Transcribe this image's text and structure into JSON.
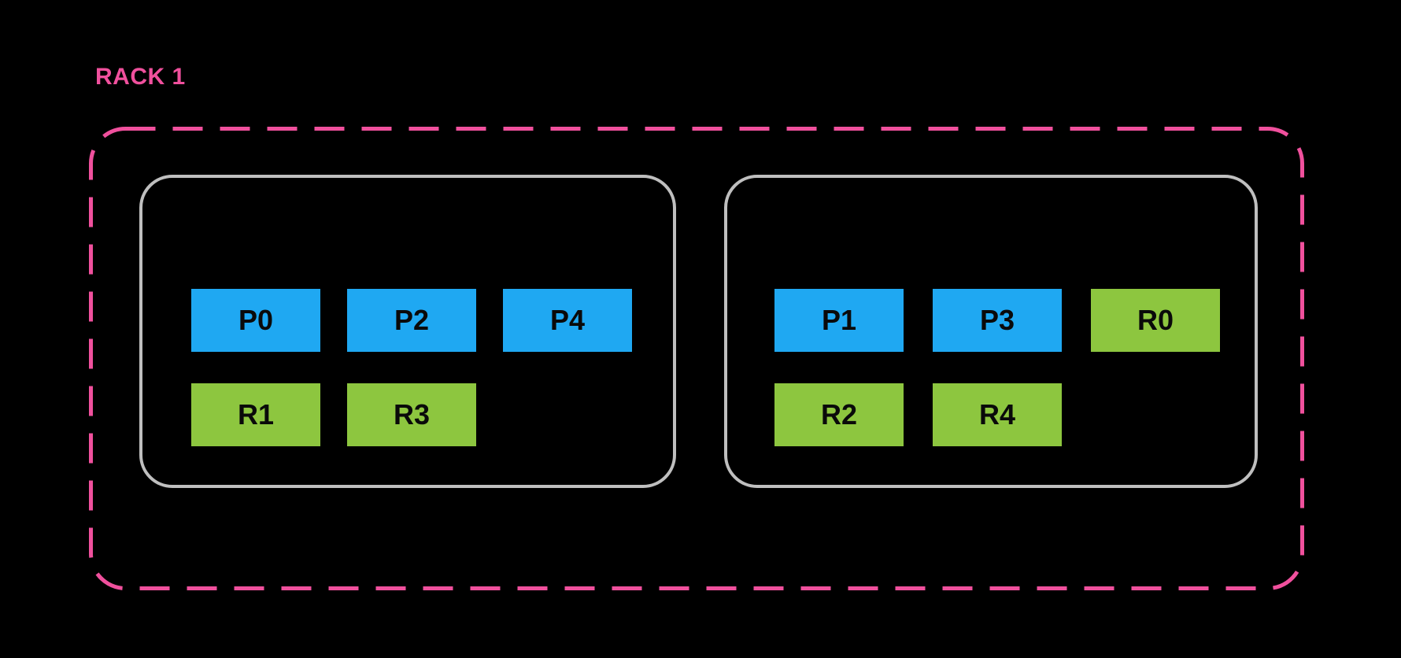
{
  "rack": {
    "label": "RACK 1",
    "nodes": [
      {
        "slots": [
          {
            "label": "P0",
            "type": "primary"
          },
          {
            "label": "P2",
            "type": "primary"
          },
          {
            "label": "P4",
            "type": "primary"
          },
          {
            "label": "R1",
            "type": "replica"
          },
          {
            "label": "R3",
            "type": "replica"
          }
        ]
      },
      {
        "slots": [
          {
            "label": "P1",
            "type": "primary"
          },
          {
            "label": "P3",
            "type": "primary"
          },
          {
            "label": "R0",
            "type": "replica"
          },
          {
            "label": "R2",
            "type": "replica"
          },
          {
            "label": "R4",
            "type": "replica"
          }
        ]
      }
    ]
  },
  "colors": {
    "pink": "#F0509D",
    "blue": "#1FA8F2",
    "green": "#8DC63F",
    "gray": "#BFBFBF",
    "bg": "#000000",
    "slot_text": "#0A0A0A"
  }
}
